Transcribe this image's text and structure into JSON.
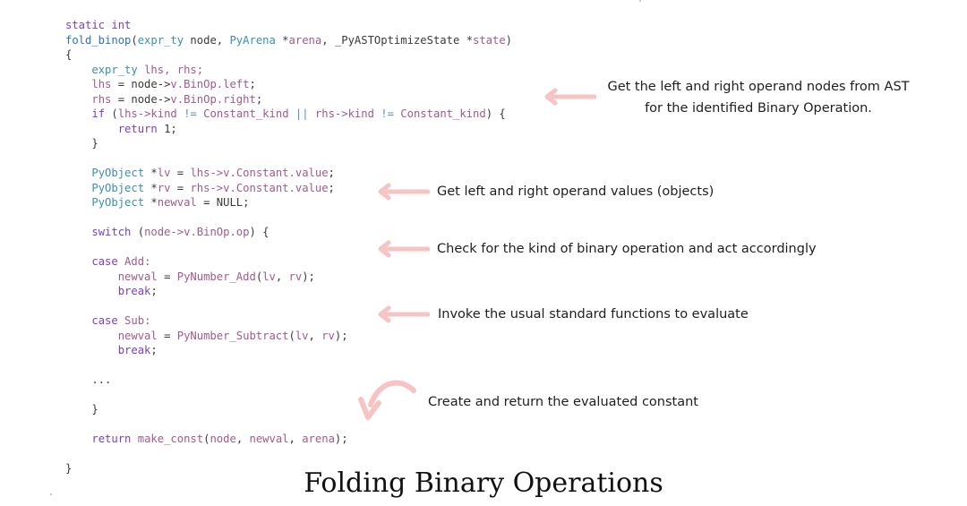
{
  "code": {
    "lines": [
      [
        {
          "t": "static int",
          "c": "kw"
        }
      ],
      [
        {
          "t": "fold_binop",
          "c": "fn"
        },
        {
          "t": "(",
          "c": "plain"
        },
        {
          "t": "expr_ty",
          "c": "typ"
        },
        {
          "t": " node, ",
          "c": "plain"
        },
        {
          "t": "PyArena",
          "c": "typ"
        },
        {
          "t": " *",
          "c": "plain"
        },
        {
          "t": "arena",
          "c": "var"
        },
        {
          "t": ", _PyASTOptimizeState *",
          "c": "plain"
        },
        {
          "t": "state",
          "c": "var"
        },
        {
          "t": ")",
          "c": "plain"
        }
      ],
      [
        {
          "t": "{",
          "c": "plain"
        }
      ],
      [
        {
          "t": "    ",
          "c": "plain"
        },
        {
          "t": "expr_ty",
          "c": "typ"
        },
        {
          "t": " lhs, rhs;",
          "c": "var"
        }
      ],
      [
        {
          "t": "    ",
          "c": "plain"
        },
        {
          "t": "lhs",
          "c": "var"
        },
        {
          "t": " = node->",
          "c": "plain"
        },
        {
          "t": "v.BinOp.left",
          "c": "var"
        },
        {
          "t": ";",
          "c": "plain"
        }
      ],
      [
        {
          "t": "    ",
          "c": "plain"
        },
        {
          "t": "rhs",
          "c": "var"
        },
        {
          "t": " = node->",
          "c": "plain"
        },
        {
          "t": "v.BinOp.right",
          "c": "var"
        },
        {
          "t": ";",
          "c": "plain"
        }
      ],
      [
        {
          "t": "    ",
          "c": "plain"
        },
        {
          "t": "if",
          "c": "kw"
        },
        {
          "t": " (",
          "c": "plain"
        },
        {
          "t": "lhs->kind",
          "c": "var"
        },
        {
          "t": " != ",
          "c": "op"
        },
        {
          "t": "Constant_kind",
          "c": "var"
        },
        {
          "t": " || ",
          "c": "op"
        },
        {
          "t": "rhs->kind",
          "c": "var"
        },
        {
          "t": " != ",
          "c": "op"
        },
        {
          "t": "Constant_kind",
          "c": "var"
        },
        {
          "t": ") {",
          "c": "plain"
        }
      ],
      [
        {
          "t": "        ",
          "c": "plain"
        },
        {
          "t": "return",
          "c": "kw"
        },
        {
          "t": " 1;",
          "c": "num"
        }
      ],
      [
        {
          "t": "    }",
          "c": "plain"
        }
      ],
      [
        {
          "t": "",
          "c": "plain"
        }
      ],
      [
        {
          "t": "    ",
          "c": "plain"
        },
        {
          "t": "PyObject",
          "c": "typ"
        },
        {
          "t": " *",
          "c": "plain"
        },
        {
          "t": "lv",
          "c": "var"
        },
        {
          "t": " = ",
          "c": "plain"
        },
        {
          "t": "lhs->v.Constant.value",
          "c": "var"
        },
        {
          "t": ";",
          "c": "plain"
        }
      ],
      [
        {
          "t": "    ",
          "c": "plain"
        },
        {
          "t": "PyObject",
          "c": "typ"
        },
        {
          "t": " *",
          "c": "plain"
        },
        {
          "t": "rv",
          "c": "var"
        },
        {
          "t": " = ",
          "c": "plain"
        },
        {
          "t": "rhs->v.Constant.value",
          "c": "var"
        },
        {
          "t": ";",
          "c": "plain"
        }
      ],
      [
        {
          "t": "    ",
          "c": "plain"
        },
        {
          "t": "PyObject",
          "c": "typ"
        },
        {
          "t": " *",
          "c": "plain"
        },
        {
          "t": "newval",
          "c": "var"
        },
        {
          "t": " = NULL;",
          "c": "plain"
        }
      ],
      [
        {
          "t": "",
          "c": "plain"
        }
      ],
      [
        {
          "t": "    ",
          "c": "plain"
        },
        {
          "t": "switch",
          "c": "kw"
        },
        {
          "t": " (",
          "c": "plain"
        },
        {
          "t": "node->v.BinOp.op",
          "c": "var"
        },
        {
          "t": ") {",
          "c": "plain"
        }
      ],
      [
        {
          "t": "",
          "c": "plain"
        }
      ],
      [
        {
          "t": "    ",
          "c": "plain"
        },
        {
          "t": "case",
          "c": "kw"
        },
        {
          "t": " Add:",
          "c": "var"
        }
      ],
      [
        {
          "t": "        ",
          "c": "plain"
        },
        {
          "t": "newval",
          "c": "var"
        },
        {
          "t": " = ",
          "c": "plain"
        },
        {
          "t": "PyNumber_Add",
          "c": "var"
        },
        {
          "t": "(",
          "c": "plain"
        },
        {
          "t": "lv",
          "c": "var"
        },
        {
          "t": ", ",
          "c": "plain"
        },
        {
          "t": "rv",
          "c": "var"
        },
        {
          "t": ");",
          "c": "plain"
        }
      ],
      [
        {
          "t": "        ",
          "c": "plain"
        },
        {
          "t": "break",
          "c": "kw"
        },
        {
          "t": ";",
          "c": "plain"
        }
      ],
      [
        {
          "t": "",
          "c": "plain"
        }
      ],
      [
        {
          "t": "    ",
          "c": "plain"
        },
        {
          "t": "case",
          "c": "kw"
        },
        {
          "t": " Sub:",
          "c": "var"
        }
      ],
      [
        {
          "t": "        ",
          "c": "plain"
        },
        {
          "t": "newval",
          "c": "var"
        },
        {
          "t": " = ",
          "c": "plain"
        },
        {
          "t": "PyNumber_Subtract",
          "c": "var"
        },
        {
          "t": "(",
          "c": "plain"
        },
        {
          "t": "lv",
          "c": "var"
        },
        {
          "t": ", ",
          "c": "plain"
        },
        {
          "t": "rv",
          "c": "var"
        },
        {
          "t": ");",
          "c": "plain"
        }
      ],
      [
        {
          "t": "        ",
          "c": "plain"
        },
        {
          "t": "break",
          "c": "kw"
        },
        {
          "t": ";",
          "c": "plain"
        }
      ],
      [
        {
          "t": "",
          "c": "plain"
        }
      ],
      [
        {
          "t": "    ...",
          "c": "plain"
        }
      ],
      [
        {
          "t": "",
          "c": "plain"
        }
      ],
      [
        {
          "t": "    }",
          "c": "plain"
        }
      ],
      [
        {
          "t": "",
          "c": "plain"
        }
      ],
      [
        {
          "t": "    ",
          "c": "plain"
        },
        {
          "t": "return",
          "c": "kw"
        },
        {
          "t": " ",
          "c": "plain"
        },
        {
          "t": "make_const",
          "c": "var"
        },
        {
          "t": "(",
          "c": "plain"
        },
        {
          "t": "node",
          "c": "var"
        },
        {
          "t": ", ",
          "c": "plain"
        },
        {
          "t": "newval",
          "c": "var"
        },
        {
          "t": ", ",
          "c": "plain"
        },
        {
          "t": "arena",
          "c": "var"
        },
        {
          "t": ");",
          "c": "plain"
        }
      ],
      [
        {
          "t": "",
          "c": "plain"
        }
      ],
      [
        {
          "t": "}",
          "c": "plain"
        }
      ]
    ]
  },
  "annotations": {
    "note1_line1": "Get the left and right operand nodes from AST",
    "note1_line2": "for the identified Binary Operation.",
    "note2": "Get left and right operand values (objects)",
    "note3": "Check for the kind of binary operation and act accordingly",
    "note4": "Invoke the usual standard functions to evaluate",
    "note5": "Create and return the evaluated constant"
  },
  "caption": "Folding Binary Operations",
  "colors": {
    "arrow": "#f7c4c4",
    "keyword": "#7a3fc4",
    "identifier": "#a05b8c",
    "type": "#3a8fb0",
    "function": "#2f6fc1"
  }
}
